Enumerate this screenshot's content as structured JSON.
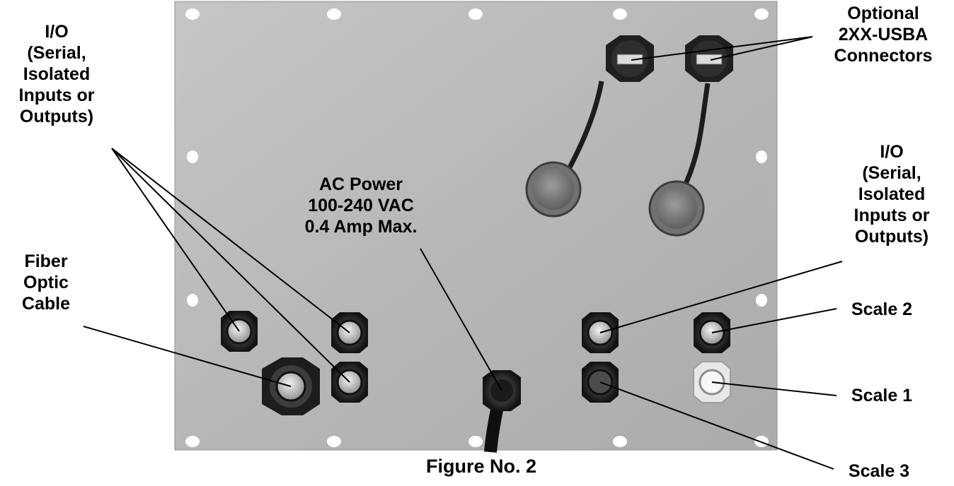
{
  "figure": {
    "caption": "Figure No. 2"
  },
  "labels": {
    "io_left": [
      "I/O",
      "(Serial,",
      "Isolated",
      "Inputs or",
      "Outputs)"
    ],
    "io_right": [
      "I/O",
      "(Serial,",
      "Isolated",
      "Inputs or",
      "Outputs)"
    ],
    "usb": [
      "Optional",
      "2XX-USBA",
      "Connectors"
    ],
    "ac_power": [
      "AC Power",
      "100-240 VAC",
      "0.4 Amp Max."
    ],
    "fiber": [
      "Fiber",
      "Optic",
      "Cable"
    ],
    "scale2": "Scale 2",
    "scale1": "Scale 1",
    "scale3": "Scale 3"
  },
  "colors": {
    "panel": "#b9bbbd",
    "panel_edge": "#8f9193",
    "gland_dark": "#2a2b2d",
    "gland_hole": "#d8dadc",
    "cap": "#777a7c",
    "leader": "#000000"
  }
}
